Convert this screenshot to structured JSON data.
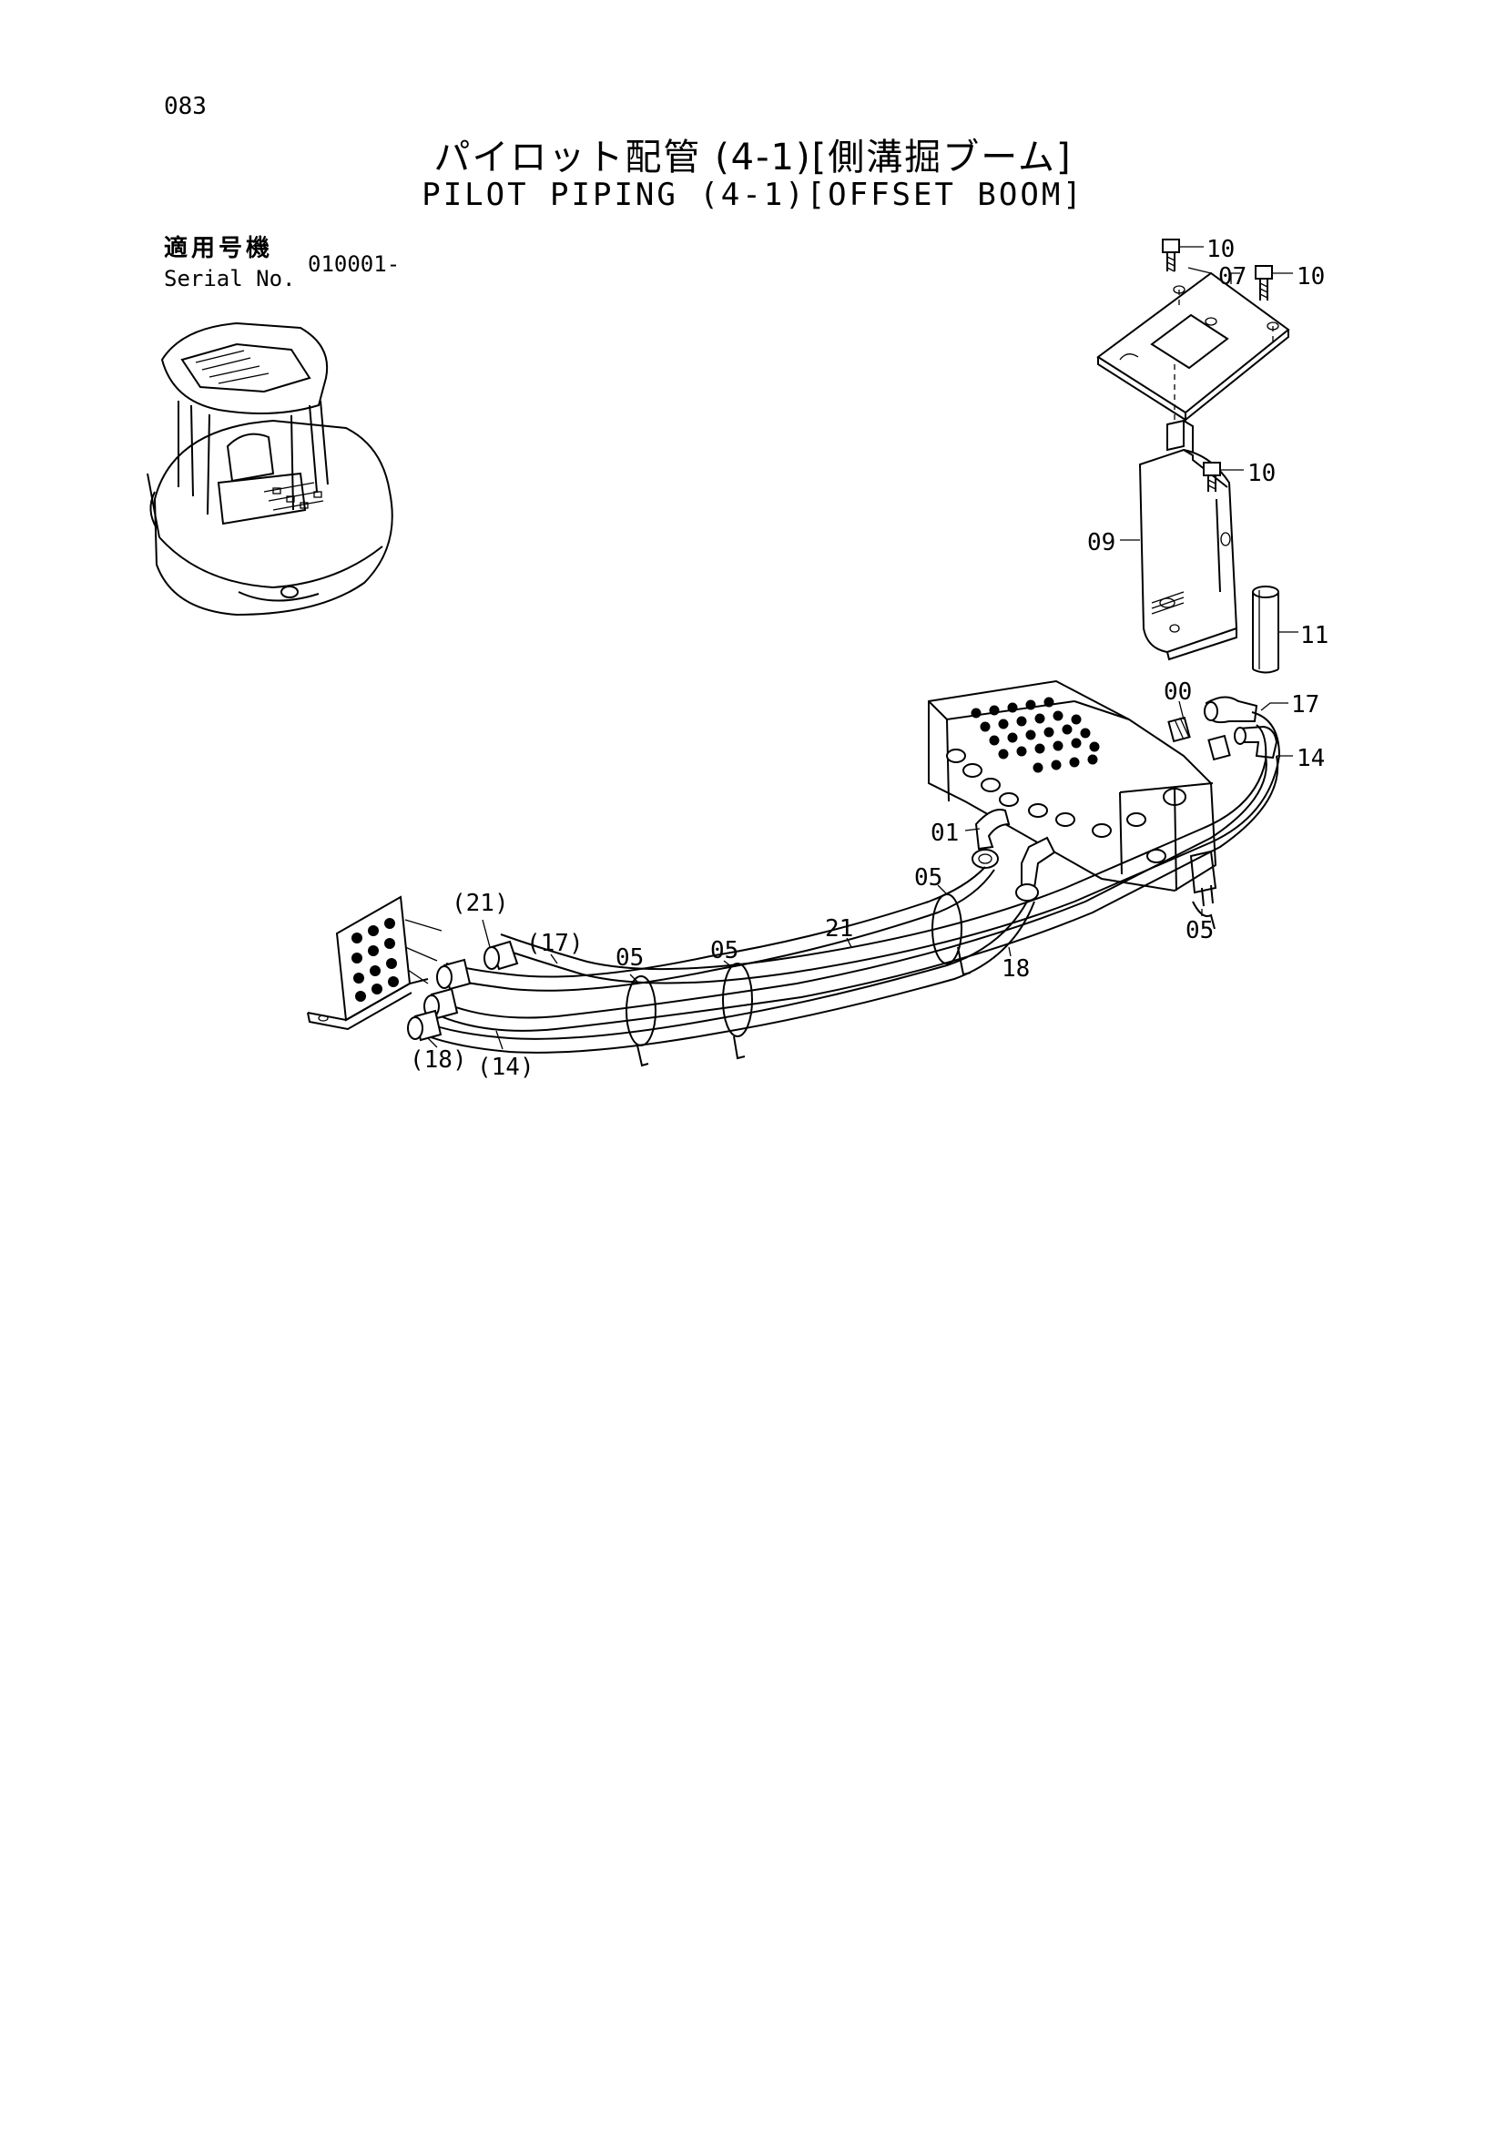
{
  "page": {
    "number": "083"
  },
  "title": {
    "ja": "パイロット配管 (4-1)[側溝掘ブーム]",
    "en": "PILOT PIPING (4-1)[OFFSET BOOM]"
  },
  "serial": {
    "label_ja": "適用号機",
    "label_en": "Serial No.",
    "value": "010001-"
  },
  "callouts": {
    "c10a": "10",
    "c10b": "10",
    "c10c": "10",
    "c07": "07",
    "c09": "09",
    "c11": "11",
    "c00": "00",
    "c17": "17",
    "c14": "14",
    "c01": "01",
    "c05a": "05",
    "c05b": "05",
    "c05c": "05",
    "c05d": "05",
    "c21": "21",
    "c18": "18",
    "p21": "(21)",
    "p17": "(17)",
    "p18": "(18)",
    "p14": "(14)"
  }
}
